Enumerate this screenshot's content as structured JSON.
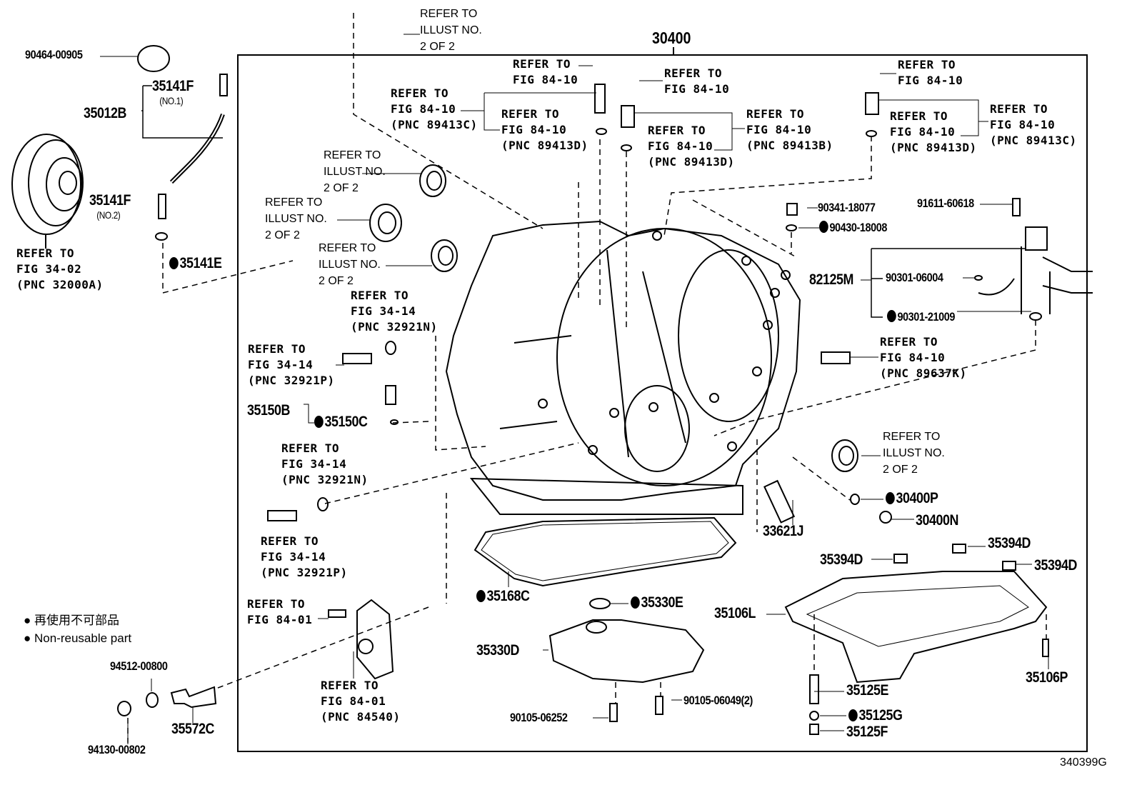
{
  "assembly_number": "30400",
  "figure_code": "340399G",
  "legend": [
    {
      "symbol": "●",
      "text": "再使用不可部品"
    },
    {
      "symbol": "●",
      "text": "Non-reusable part"
    }
  ],
  "callouts": [
    {
      "kind": "part",
      "text": "90464-00905",
      "small": true
    },
    {
      "kind": "part",
      "text": "35141F",
      "sub": "(NO.1)"
    },
    {
      "kind": "part",
      "text": "35012B"
    },
    {
      "kind": "part",
      "text": "35141F",
      "sub": "(NO.2)"
    },
    {
      "kind": "part",
      "text": "35141E",
      "nonreusable": true
    },
    {
      "kind": "ref",
      "lines": [
        "REFER TO",
        "FIG 34-02",
        "(PNC 32000A)"
      ]
    },
    {
      "kind": "ill",
      "lines": [
        "REFER TO",
        "ILLUST NO.",
        "2 OF 2"
      ]
    },
    {
      "kind": "ref",
      "lines": [
        "REFER TO",
        "FIG 84-10",
        "(PNC 89413C)"
      ]
    },
    {
      "kind": "ref",
      "lines": [
        "REFER TO",
        "FIG 84-10"
      ]
    },
    {
      "kind": "ref",
      "lines": [
        "REFER TO",
        "FIG 84-10",
        "(PNC 89413D)"
      ]
    },
    {
      "kind": "ref",
      "lines": [
        "REFER TO",
        "FIG 84-10"
      ]
    },
    {
      "kind": "ref",
      "lines": [
        "REFER TO",
        "FIG 84-10",
        "(PNC 89413B)"
      ]
    },
    {
      "kind": "ref",
      "lines": [
        "REFER TO",
        "FIG 84-10",
        "(PNC 89413D)"
      ]
    },
    {
      "kind": "ref",
      "lines": [
        "REFER TO",
        "FIG 84-10"
      ]
    },
    {
      "kind": "ref",
      "lines": [
        "REFER TO",
        "FIG 84-10",
        "(PNC 89413D)"
      ]
    },
    {
      "kind": "ref",
      "lines": [
        "REFER TO",
        "FIG 84-10",
        "(PNC 89413C)"
      ]
    },
    {
      "kind": "ill",
      "lines": [
        "REFER TO",
        "ILLUST NO.",
        "2 OF 2"
      ]
    },
    {
      "kind": "ill",
      "lines": [
        "REFER TO",
        "ILLUST NO.",
        "2 OF 2"
      ]
    },
    {
      "kind": "ill",
      "lines": [
        "REFER TO",
        "ILLUST NO.",
        "2 OF 2"
      ]
    },
    {
      "kind": "ref",
      "lines": [
        "REFER TO",
        "FIG 34-14",
        "(PNC 32921N)"
      ]
    },
    {
      "kind": "ref",
      "lines": [
        "REFER TO",
        "FIG 34-14",
        "(PNC 32921P)"
      ]
    },
    {
      "kind": "part",
      "text": "35150B"
    },
    {
      "kind": "part",
      "text": "35150C",
      "nonreusable": true
    },
    {
      "kind": "ref",
      "lines": [
        "REFER TO",
        "FIG 34-14",
        "(PNC 32921N)"
      ]
    },
    {
      "kind": "ref",
      "lines": [
        "REFER TO",
        "FIG 34-14",
        "(PNC 32921P)"
      ]
    },
    {
      "kind": "part",
      "text": "90341-18077",
      "small": true
    },
    {
      "kind": "part",
      "text": "90430-18008",
      "small": true,
      "nonreusable": true
    },
    {
      "kind": "part",
      "text": "91611-60618",
      "small": true
    },
    {
      "kind": "part",
      "text": "82125M"
    },
    {
      "kind": "part",
      "text": "90301-06004",
      "small": true
    },
    {
      "kind": "part",
      "text": "90301-21009",
      "small": true,
      "nonreusable": true
    },
    {
      "kind": "ref",
      "lines": [
        "REFER TO",
        "FIG 84-10",
        "(PNC 89637K)"
      ]
    },
    {
      "kind": "ill",
      "lines": [
        "REFER TO",
        "ILLUST NO.",
        "2 OF 2"
      ]
    },
    {
      "kind": "part",
      "text": "30400P",
      "nonreusable": true
    },
    {
      "kind": "part",
      "text": "30400N"
    },
    {
      "kind": "part",
      "text": "33621J"
    },
    {
      "kind": "part",
      "text": "35394D"
    },
    {
      "kind": "part",
      "text": "35394D"
    },
    {
      "kind": "part",
      "text": "35394D"
    },
    {
      "kind": "part",
      "text": "35168C",
      "nonreusable": true
    },
    {
      "kind": "part",
      "text": "35330E",
      "nonreusable": true
    },
    {
      "kind": "part",
      "text": "35106L"
    },
    {
      "kind": "part",
      "text": "35330D"
    },
    {
      "kind": "part",
      "text": "35106P"
    },
    {
      "kind": "part",
      "text": "35125E"
    },
    {
      "kind": "part",
      "text": "35125G",
      "nonreusable": true
    },
    {
      "kind": "part",
      "text": "35125F"
    },
    {
      "kind": "part",
      "text": "90105-06049(2)",
      "small": true
    },
    {
      "kind": "part",
      "text": "90105-06252",
      "small": true
    },
    {
      "kind": "ref",
      "lines": [
        "REFER TO",
        "FIG 84-01"
      ]
    },
    {
      "kind": "ref",
      "lines": [
        "REFER TO",
        "FIG 84-01",
        "(PNC 84540)"
      ]
    },
    {
      "kind": "part",
      "text": "94512-00800",
      "small": true
    },
    {
      "kind": "part",
      "text": "35572C"
    },
    {
      "kind": "part",
      "text": "94130-00802",
      "small": true
    }
  ]
}
